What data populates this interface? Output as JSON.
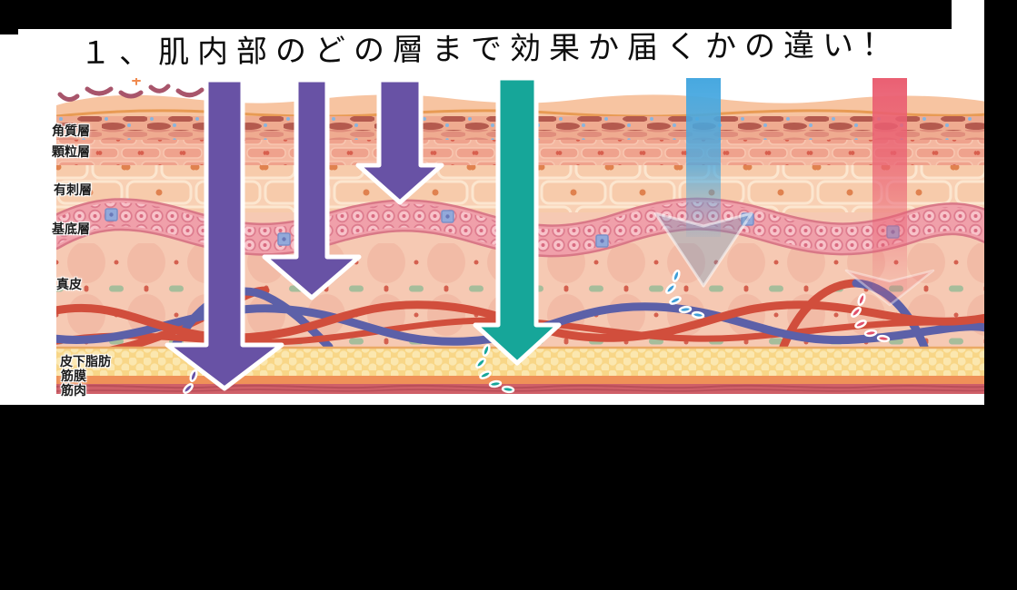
{
  "title": {
    "text": "１、肌内部のどの層まで効果か届くかの違い！"
  },
  "diagram": {
    "name": "skin-layer-cross-section",
    "skin_layers": [
      {
        "id": "stratum-corneum",
        "text": "角質層"
      },
      {
        "id": "granular-layer",
        "text": "顆粒層"
      },
      {
        "id": "spinous-layer",
        "text": "有刺層"
      },
      {
        "id": "basal-layer",
        "text": "基底層"
      },
      {
        "id": "dermis",
        "text": "真皮"
      },
      {
        "id": "subcutaneous-fat",
        "text": "皮下脂肪"
      },
      {
        "id": "fascia",
        "text": "筋膜"
      },
      {
        "id": "muscle",
        "text": "筋肉"
      }
    ],
    "arrows": [
      {
        "name": "purple-arrow-deep",
        "color": "#6852a5",
        "reaches": "筋肉"
      },
      {
        "name": "purple-arrow-mid",
        "color": "#6852a5",
        "reaches": "真皮"
      },
      {
        "name": "purple-arrow-shallow",
        "color": "#6852a5",
        "reaches": "有刺層"
      },
      {
        "name": "teal-arrow",
        "color": "#16a699",
        "reaches": "皮下脂肪"
      },
      {
        "name": "blue-arrow-faded",
        "color": "#47a8e0",
        "reaches": "真皮"
      },
      {
        "name": "red-arrow-faded",
        "color": "#ea5f72",
        "reaches": "真皮"
      }
    ],
    "palette": {
      "frame": "#000000",
      "surface": "#f7c4a1",
      "stratum_corneum": "#b45a4e",
      "granular": "#efa28d",
      "spinous": "#f8d0b4",
      "basal_band": "#ee96a1",
      "dermis": "#f6c9b3",
      "vessel_red": "#d14e3c",
      "vessel_blue": "#5c60a8",
      "fat": "#f8d687",
      "fascia": "#ef9158",
      "muscle": "#cf5f68"
    }
  }
}
